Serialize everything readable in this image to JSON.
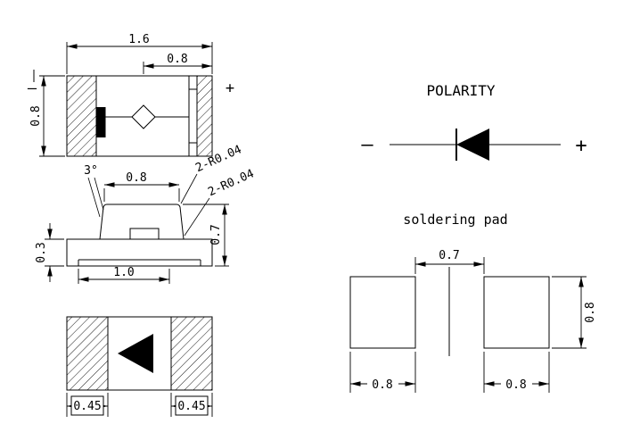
{
  "meta": {
    "ink_color": "#000000",
    "background_color": "#ffffff"
  },
  "top_view": {
    "dim_total_width": "1.6",
    "dim_half_width": "0.8",
    "dim_height": "0.8",
    "minus": "—",
    "plus": "+"
  },
  "side_view": {
    "draft_angle": "3°",
    "dim_top_width": "0.8",
    "radius_note_upper": "2-R0.04",
    "radius_note_lower": "2-R0.04",
    "dim_total_height": "0.7",
    "dim_body_height": "0.3",
    "dim_bottom_width": "1.0"
  },
  "bottom_view": {
    "dim_left_pad": "0.45",
    "dim_right_pad": "0.45"
  },
  "polarity": {
    "title": "POLARITY",
    "minus": "—",
    "plus": "+"
  },
  "soldering_pad": {
    "title": "soldering pad",
    "dim_gap": "0.7",
    "dim_pad_height": "0.8",
    "dim_left_pad_width": "0.8",
    "dim_right_pad_width": "0.8"
  }
}
